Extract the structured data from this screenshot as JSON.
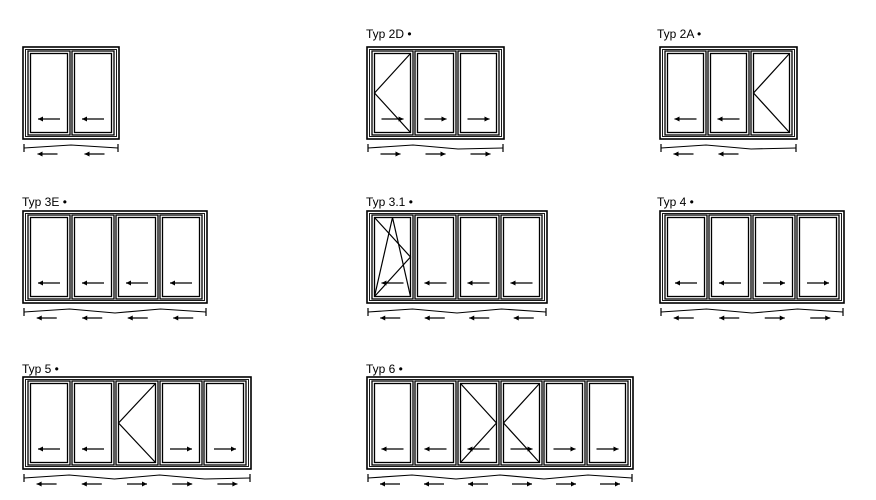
{
  "diagrams": [
    {
      "id": "typ-2",
      "label": "",
      "panels": 2,
      "arrows": [
        "left",
        "left"
      ],
      "bottom": [
        "left",
        "left"
      ],
      "openings": []
    },
    {
      "id": "typ-2d",
      "label": "Typ 2D •",
      "panels": 3,
      "arrows": [
        "right",
        "right",
        "right"
      ],
      "bottom": [
        "right",
        "right",
        "right"
      ],
      "openings": [
        {
          "panel": 0,
          "type": "side-left"
        }
      ]
    },
    {
      "id": "typ-2a",
      "label": "Typ 2A •",
      "panels": 3,
      "arrows": [
        "left",
        "left",
        "none"
      ],
      "bottom": [
        "left",
        "left",
        "none"
      ],
      "openings": [
        {
          "panel": 2,
          "type": "side-left"
        }
      ]
    },
    {
      "id": "typ-3e",
      "label": "Typ 3E •",
      "panels": 4,
      "arrows": [
        "left",
        "left",
        "left",
        "left"
      ],
      "bottom": [
        "left",
        "left",
        "left",
        "left"
      ],
      "openings": []
    },
    {
      "id": "typ-3-1",
      "label": "Typ 3.1 •",
      "panels": 4,
      "arrows": [
        "left",
        "left",
        "left",
        "left"
      ],
      "bottom": [
        "left",
        "left",
        "left",
        "left"
      ],
      "openings": [
        {
          "panel": 0,
          "type": "tilt-turn"
        }
      ]
    },
    {
      "id": "typ-4",
      "label": "Typ 4 •",
      "panels": 4,
      "arrows": [
        "left",
        "left",
        "right",
        "right"
      ],
      "bottom": [
        "left",
        "left",
        "right",
        "right"
      ],
      "openings": []
    },
    {
      "id": "typ-5",
      "label": "Typ 5 •",
      "panels": 5,
      "arrows": [
        "left",
        "left",
        "none",
        "right",
        "right"
      ],
      "bottom": [
        "left",
        "left",
        "right",
        "right",
        "right"
      ],
      "openings": [
        {
          "panel": 2,
          "type": "side-left"
        }
      ]
    },
    {
      "id": "typ-6",
      "label": "Typ 6 •",
      "panels": 6,
      "arrows": [
        "left",
        "left",
        "left",
        "right",
        "right",
        "right"
      ],
      "bottom": [
        "left",
        "left",
        "left",
        "right",
        "right",
        "right"
      ],
      "openings": [
        {
          "panel": 2,
          "type": "side-right"
        },
        {
          "panel": 3,
          "type": "side-left"
        }
      ]
    }
  ]
}
